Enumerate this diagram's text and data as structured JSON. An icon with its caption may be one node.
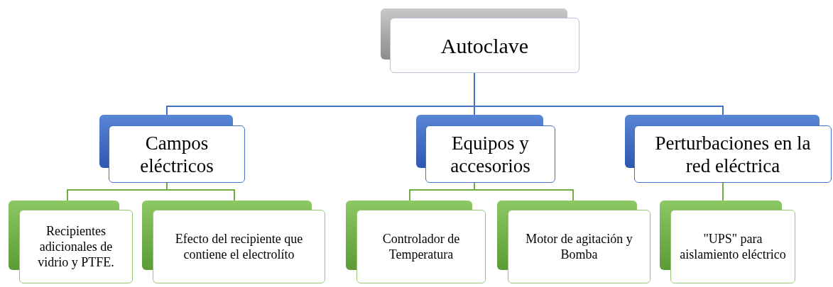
{
  "diagram": {
    "nodes": [
      {
        "text": [
          "Autoclave"
        ]
      },
      {
        "text": [
          "Campos eléctricos"
        ]
      },
      {
        "text": [
          "Equipos y accesorios"
        ]
      },
      {
        "text": [
          "Perturbaciones en la red eléctrica"
        ]
      },
      {
        "text": [
          "Recipientes adicionales de vidrio y PTFE."
        ]
      },
      {
        "text": [
          "Efecto del recipiente que contiene el electrolíto"
        ]
      },
      {
        "text": [
          "Controlador de Temperatura"
        ]
      },
      {
        "text": [
          "Motor de agitación y Bomba"
        ]
      },
      {
        "text": [
          "\"UPS\" para aislamiento eléctrico"
        ]
      }
    ],
    "edges": [
      {
        "from": 0,
        "to": 1,
        "arrow": "none",
        "color": "#4472c4"
      },
      {
        "from": 0,
        "to": 2,
        "arrow": "none",
        "color": "#4472c4"
      },
      {
        "from": 0,
        "to": 3,
        "arrow": "none",
        "color": "#4472c4"
      },
      {
        "from": 1,
        "to": 4,
        "arrow": "none"
      },
      {
        "from": 1,
        "to": 5,
        "arrow": "none"
      },
      {
        "from": 2,
        "to": 6,
        "arrow": "none"
      },
      {
        "from": 2,
        "to": 7,
        "arrow": "none"
      },
      {
        "from": 3,
        "to": 8,
        "arrow": "none"
      }
    ]
  }
}
